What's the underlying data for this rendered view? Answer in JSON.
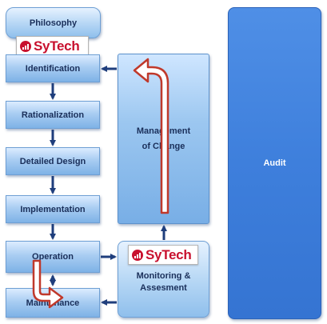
{
  "nodes": {
    "philosophy": "Philosophy",
    "identification": "Identification",
    "rationalization": "Rationalization",
    "detailed_design": "Detailed Design",
    "implementation": "Implementation",
    "operation": "Operation",
    "maintenance": "Maintenance",
    "management_of_change": "Management of Change",
    "monitoring": "Monitoring & Assesment",
    "audit": "Audit"
  },
  "logos": {
    "top": "SyTech",
    "monitoring": "SyTech"
  },
  "colors": {
    "box_text": "#1a2f5a",
    "arrow_dark": "#1f3e7c",
    "loop_arrow_stroke": "#c0392b",
    "logo_red": "#c8102e",
    "audit_blue": "#3e7fdc"
  }
}
